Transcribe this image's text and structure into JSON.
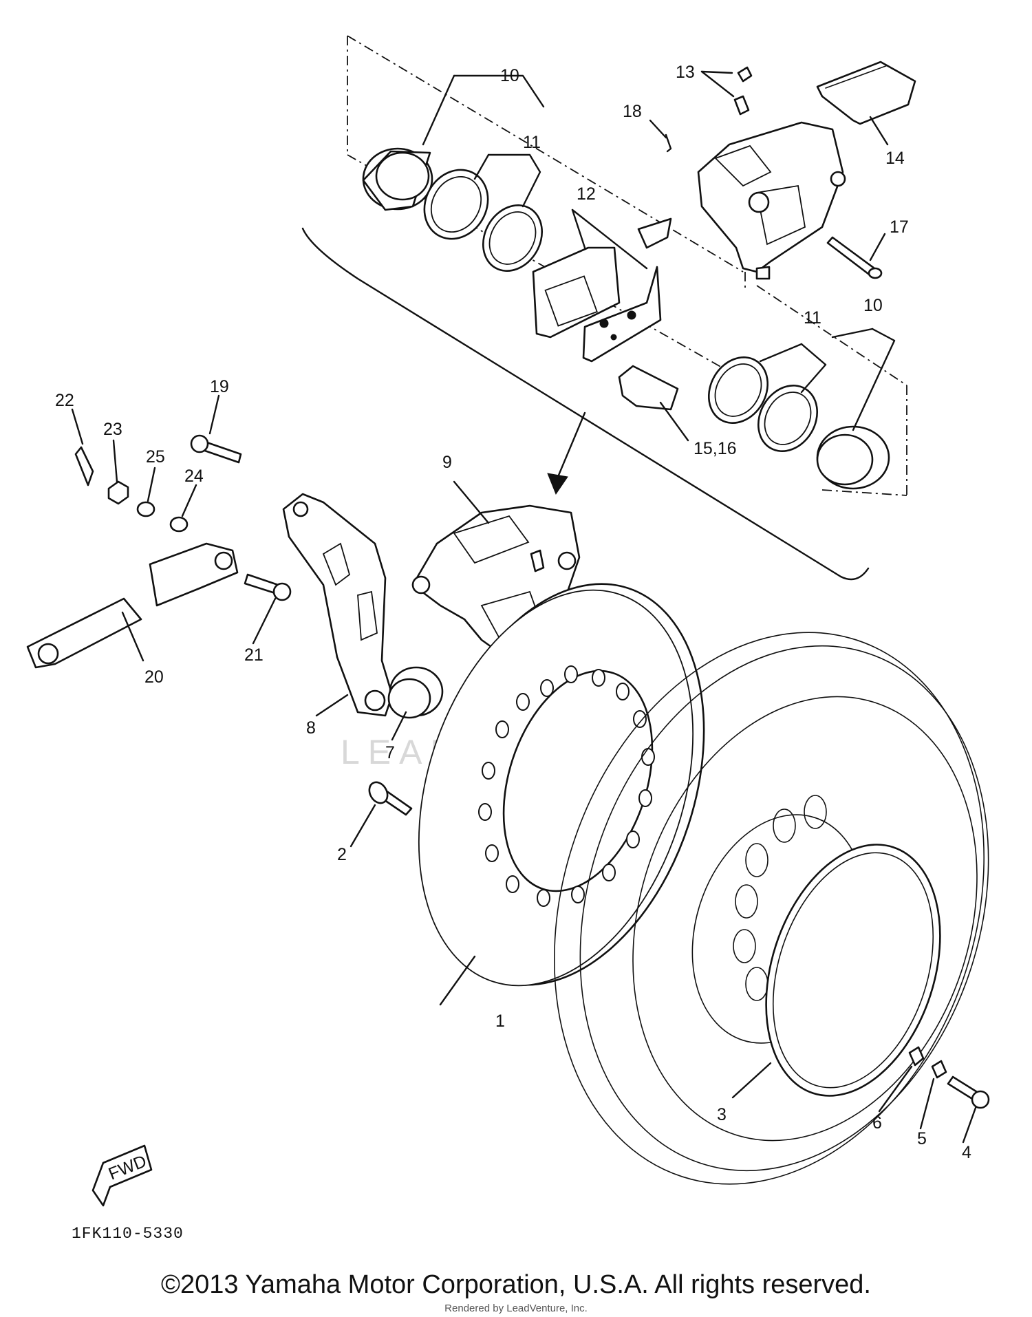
{
  "diagram": {
    "code": "1FK110-5330",
    "fwd_label": "FWD",
    "watermark_text": "LEADVENTURE",
    "part_labels": {
      "p1": "1",
      "p2": "2",
      "p3": "3",
      "p4": "4",
      "p5": "5",
      "p6": "6",
      "p7": "7",
      "p8": "8",
      "p9": "9",
      "p10a": "10",
      "p10b": "10",
      "p11a": "11",
      "p11b": "11",
      "p12": "12",
      "p13": "13",
      "p14": "14",
      "p15_16": "15,16",
      "p17": "17",
      "p18": "18",
      "p19": "19",
      "p20": "20",
      "p21": "21",
      "p22": "22",
      "p23": "23",
      "p24": "24",
      "p25": "25"
    }
  },
  "footer": {
    "copyright": "©2013 Yamaha Motor Corporation, U.S.A. All rights reserved.",
    "rendered_by": "Rendered by LeadVenture, Inc."
  }
}
